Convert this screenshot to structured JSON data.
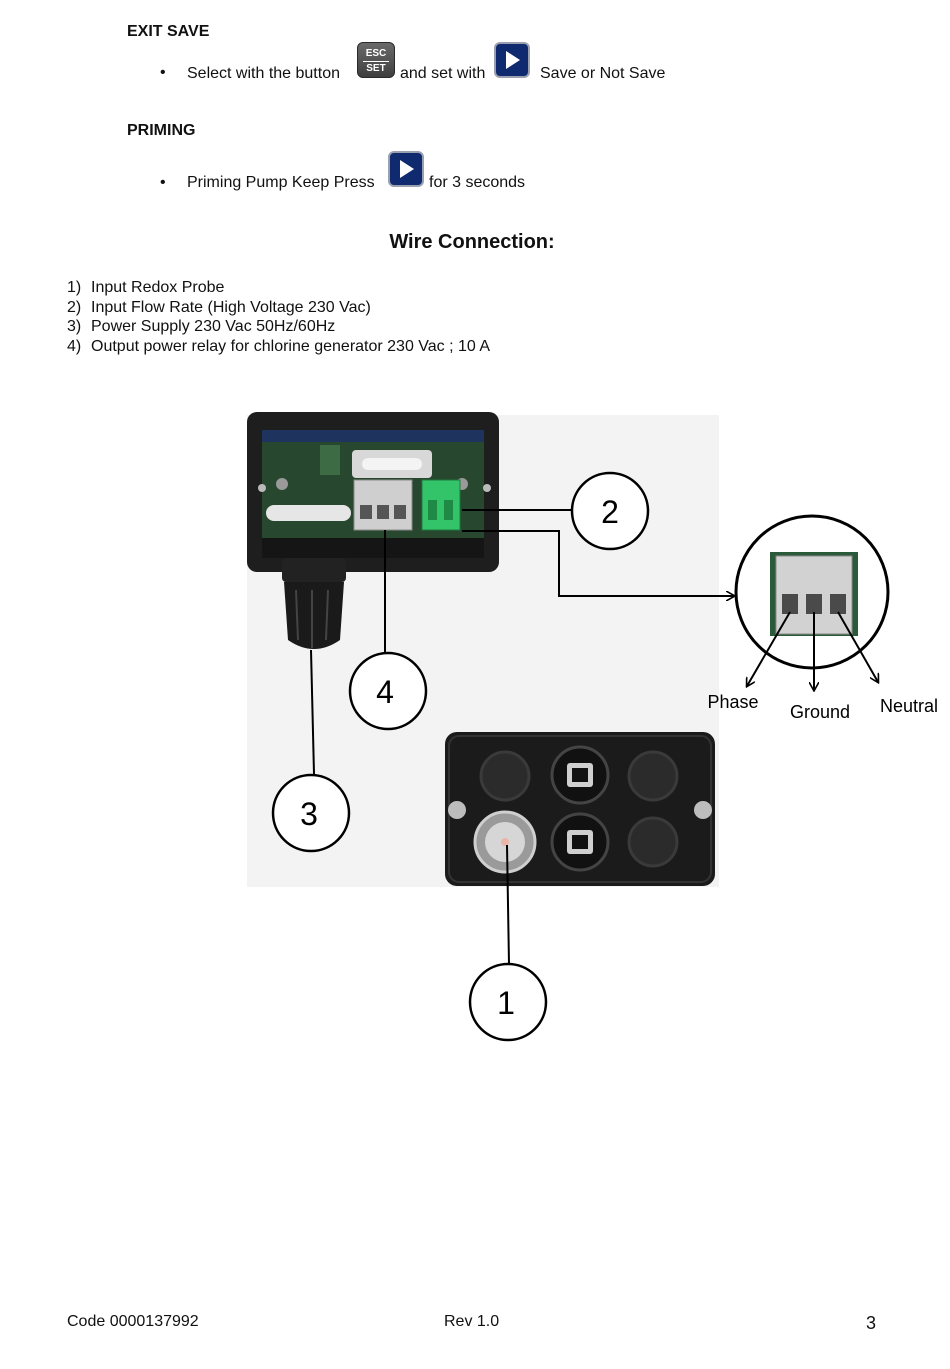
{
  "exit_save": {
    "heading": "EXIT SAVE",
    "bullet_parts": [
      "Select with the button",
      "and set with",
      "Save or Not Save"
    ],
    "esc_key_top": "ESC",
    "esc_key_bottom": "SET"
  },
  "priming": {
    "heading": "PRIMING",
    "bullet_parts": [
      "Priming Pump Keep Press",
      "for 3 seconds"
    ]
  },
  "wire_connection": {
    "title": "Wire Connection:",
    "items": [
      {
        "num": "1)",
        "text": "Input Redox Probe"
      },
      {
        "num": "2)",
        "text": "Input Flow Rate (High Voltage 230 Vac)"
      },
      {
        "num": "3)",
        "text": "Power Supply 230 Vac 50Hz/60Hz"
      },
      {
        "num": "4)",
        "text": "Output power relay for chlorine generator 230 Vac ; 10 A"
      }
    ]
  },
  "diagram": {
    "callouts": [
      "1",
      "2",
      "3",
      "4"
    ],
    "terminal_labels": [
      "Phase",
      "Ground",
      "Neutral"
    ]
  },
  "footer": {
    "code": "Code 0000137992",
    "rev": "Rev 1.0",
    "page": "3"
  },
  "colors": {
    "button_blue": "#0f2a6e",
    "terminal_green": "#33c46a",
    "pcb_green": "#1f4a2a"
  }
}
